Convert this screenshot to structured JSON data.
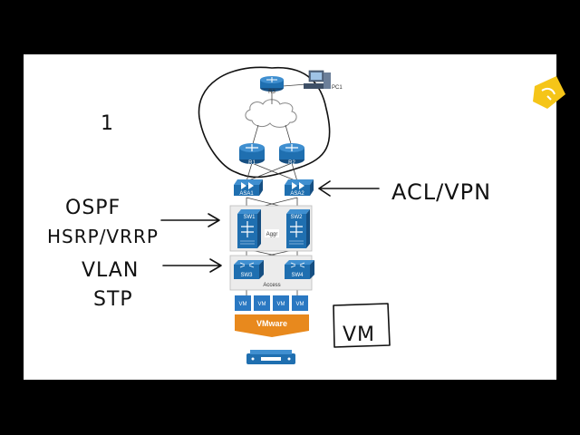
{
  "diagram": {
    "routers": [
      {
        "name": "R3"
      },
      {
        "name": "R1"
      },
      {
        "name": "R2"
      }
    ],
    "pc_label": "PC1",
    "firewalls": [
      {
        "name": "ASA1"
      },
      {
        "name": "ASA2"
      }
    ],
    "aggr_switches": [
      {
        "name": "SW1"
      },
      {
        "name": "SW2"
      }
    ],
    "aggr_label": "Aggr",
    "access_switches": [
      {
        "name": "SW3"
      },
      {
        "name": "SW4"
      }
    ],
    "access_label": "Access",
    "vms": [
      "VM",
      "VM",
      "VM",
      "VM"
    ],
    "hypervisor_label": "VMware",
    "colors": {
      "device_blue": "#1f6fb0",
      "vmware_orange": "#e8891d",
      "vm_blue": "#2a78c2",
      "logo_yellow": "#f5c518"
    }
  },
  "annotations": {
    "one": "1",
    "ospf": "OSPF",
    "hsrp": "HSRP/VRRP",
    "vlan": "VLAN",
    "stp": "STP",
    "acl_vpn": "ACL/VPN",
    "vm_box": "VM"
  }
}
